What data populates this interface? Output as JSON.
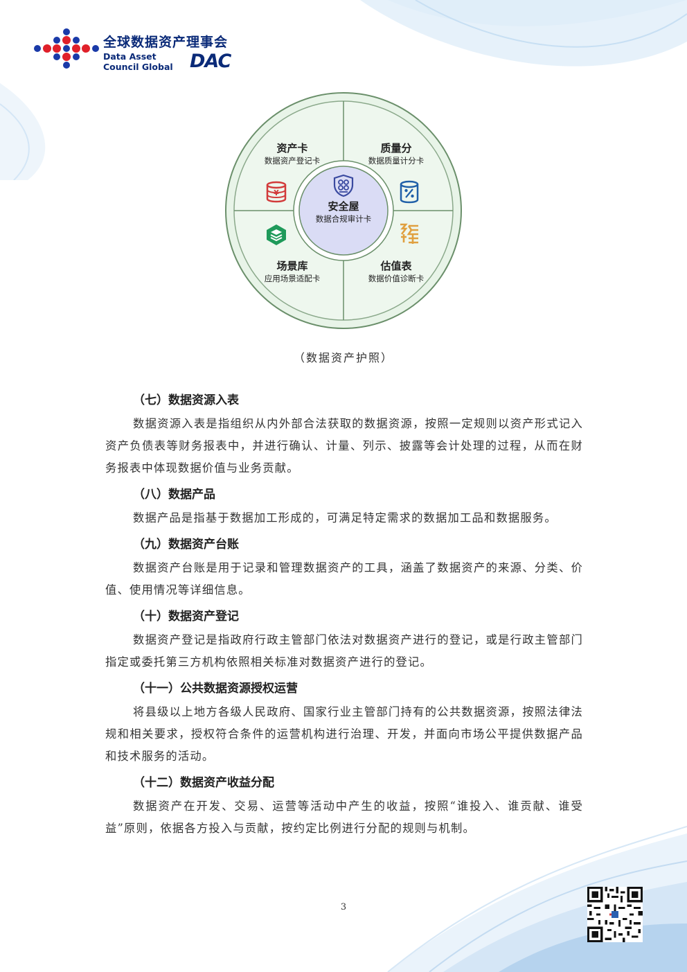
{
  "header": {
    "org_name_cn": "全球数据资产理事会",
    "org_name_en": "Data Asset\nCouncil Global",
    "org_abbr": "DAC"
  },
  "diagram": {
    "center": {
      "title": "安全屋",
      "subtitle": "数据合规审计卡",
      "icon": "shield-icon"
    },
    "quadrants": [
      {
        "title": "资产卡",
        "subtitle": "数据资产登记卡",
        "icon": "coin-stack-icon",
        "color": "#d23a3a"
      },
      {
        "title": "质量分",
        "subtitle": "数据质量计分卡",
        "icon": "database-percent-icon",
        "color": "#1f5fa8"
      },
      {
        "title": "场景库",
        "subtitle": "应用场景适配卡",
        "icon": "layers-icon",
        "color": "#1f9a5a"
      },
      {
        "title": "估值表",
        "subtitle": "数据价值诊断卡",
        "icon": "valuation-table-icon",
        "color": "#e0a040"
      }
    ]
  },
  "caption": "（数据资产护照）",
  "sections": [
    {
      "heading": "（七）数据资源入表",
      "paragraph": "数据资源入表是指组织从内外部合法获取的数据资源，按照一定规则以资产形式记入资产负债表等财务报表中，并进行确认、计量、列示、披露等会计处理的过程，从而在财务报表中体现数据价值与业务贡献。"
    },
    {
      "heading": "（八）数据产品",
      "paragraph": "数据产品是指基于数据加工形成的，可满足特定需求的数据加工品和数据服务。"
    },
    {
      "heading": "（九）数据资产台账",
      "paragraph": "数据资产台账是用于记录和管理数据资产的工具，涵盖了数据资产的来源、分类、价值、使用情况等详细信息。"
    },
    {
      "heading": "（十）数据资产登记",
      "paragraph": "数据资产登记是指政府行政主管部门依法对数据资产进行的登记，或是行政主管部门指定或委托第三方机构依照相关标准对数据资产进行的登记。"
    },
    {
      "heading": "（十一）公共数据资源授权运营",
      "paragraph": "将县级以上地方各级人民政府、国家行业主管部门持有的公共数据资源，按照法律法规和相关要求，授权符合条件的运营机构进行治理、开发，并面向市场公平提供数据产品和技术服务的活动。"
    },
    {
      "heading": "（十二）数据资产收益分配",
      "paragraph": "数据资产在开发、交易、运营等活动中产生的收益，按照“谁投入、谁贡献、谁受益”原则，依据各方投入与贡献，按约定比例进行分配的规则与机制。"
    }
  ],
  "page_number": "3",
  "colors": {
    "brand": "#0a2a78",
    "accent_red": "#e0202a",
    "ring_fill": "#e6f3e6",
    "center_fill": "#d9dcf5"
  }
}
